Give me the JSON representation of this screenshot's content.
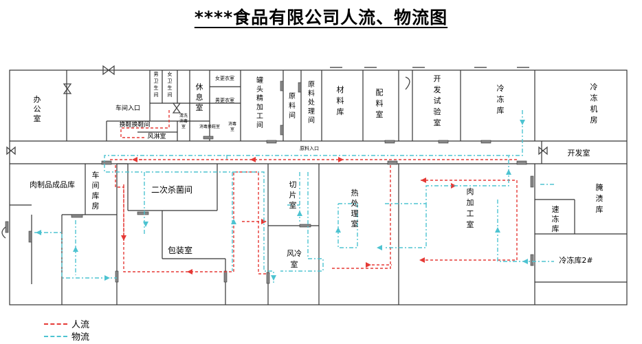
{
  "title": "****食品有限公司人流、物流图",
  "legend": {
    "people": "人流",
    "goods": "物流"
  },
  "colors": {
    "people_flow": "#e53935",
    "goods_flow": "#4dc3d1",
    "walls": "#333333"
  },
  "rooms": {
    "office": "办公室",
    "toilet_m": "男卫生间",
    "toilet_f": "女卫生间",
    "rest": "休息室",
    "changing_f": "女更衣室",
    "changing_m": "男更衣室",
    "workshop_entrance": "车间入口",
    "shoe_change": "换鞋换鞋间",
    "air_shower": "风淋室",
    "wash_disinfect": "清洗消毒室",
    "disinfect_change": "消毒换鞋室",
    "disinfect_room": "消毒室",
    "can_process": "罐头精加工间",
    "raw_storage": "原料间",
    "raw_processing": "原料处理间",
    "materials": "材料库",
    "formula": "配料室",
    "dev_lab": "开发试验室",
    "cold_store": "冷冻库",
    "refrigeration": "冷冻机房",
    "raw_entrance": "原料入口",
    "dev_room": "开发室",
    "meat_products": "肉制品成品库",
    "vehicle_store": "车间库房",
    "sterilize": "二次杀菌间",
    "slicing": "切片室",
    "heat_treat": "热处理室",
    "meat_processing": "肉加工室",
    "curing": "腌渍库",
    "quick_freeze": "速冻库",
    "packing": "包装室",
    "air_cool": "风冷室",
    "cold_store_2": "冷冻库2#"
  }
}
